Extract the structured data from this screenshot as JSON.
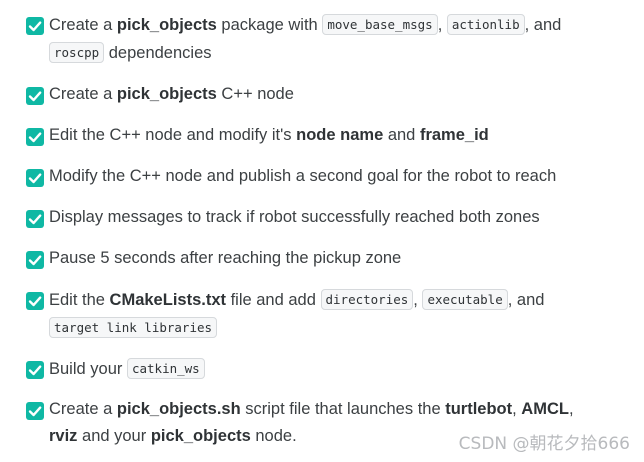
{
  "colors": {
    "checkbox": "#0fb8a4",
    "text": "#3c4043"
  },
  "checklist": [
    {
      "checked": true,
      "line1": {
        "t1": "Create a ",
        "b1": "pick_objects",
        "t2": " package with ",
        "c1": "move_base_msgs",
        "t3": ", ",
        "c2": "actionlib",
        "t4": ", and"
      },
      "line2": {
        "c1": "roscpp",
        "t1": " dependencies"
      }
    },
    {
      "checked": true,
      "t1": "Create a ",
      "b1": "pick_objects",
      "t2": " C++ node"
    },
    {
      "checked": true,
      "t1": "Edit the C++ node and modify it's ",
      "b1": "node name",
      "t2": " and ",
      "b2": "frame_id"
    },
    {
      "checked": true,
      "t1": "Modify the C++ node and publish a second goal for the robot to reach"
    },
    {
      "checked": true,
      "t1": "Display messages to track if robot successfully reached both zones"
    },
    {
      "checked": true,
      "t1": "Pause 5 seconds after reaching the pickup zone"
    },
    {
      "checked": true,
      "line1": {
        "t1": "Edit the ",
        "b1": "CMakeLists.txt",
        "t2": " file and add ",
        "c1": "directories",
        "t3": ", ",
        "c2": "executable",
        "t4": ", and"
      },
      "line2": {
        "c1": "target link libraries"
      }
    },
    {
      "checked": true,
      "t1": "Build your ",
      "c1": "catkin_ws"
    },
    {
      "checked": true,
      "line1": {
        "t1": "Create a ",
        "b1": "pick_objects.sh",
        "t2": " script file that launches the ",
        "b2": "turtlebot",
        "t3": ", ",
        "b3": "AMCL",
        "t4": ","
      },
      "line2": {
        "b1": "rviz",
        "t1": " and your ",
        "b2": "pick_objects",
        "t2": " node."
      }
    }
  ],
  "watermark": "CSDN @朝花夕拾666"
}
